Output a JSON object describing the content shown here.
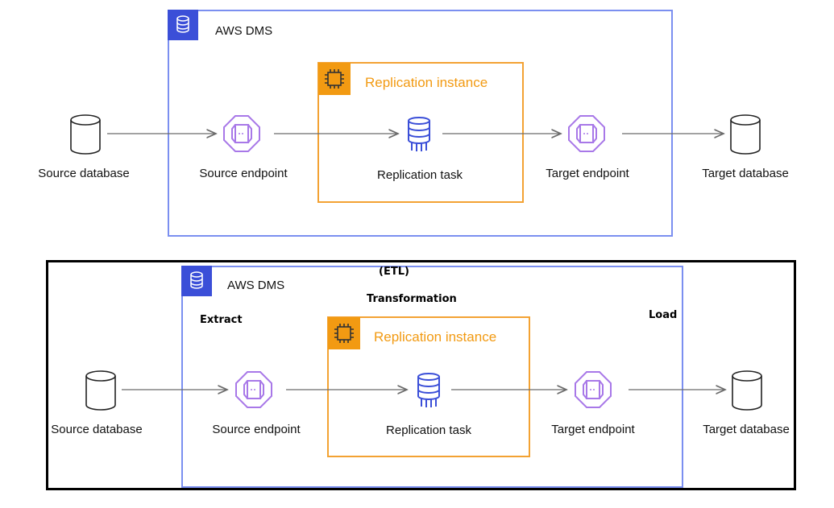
{
  "diagrams": [
    {
      "service_label": "AWS DMS",
      "instance_label": "Replication instance",
      "nodes": {
        "source_db": "Source database",
        "source_endpoint": "Source endpoint",
        "task": "Replication task",
        "target_endpoint": "Target endpoint",
        "target_db": "Target database"
      }
    },
    {
      "service_label": "AWS DMS",
      "instance_label": "Replication instance",
      "nodes": {
        "source_db": "Source database",
        "source_endpoint": "Source endpoint",
        "task": "Replication task",
        "target_endpoint": "Target endpoint",
        "target_db": "Target database"
      },
      "annotations": {
        "etl": "(ETL)",
        "transformation": "Transformation",
        "extract": "Extract",
        "load": "Load"
      }
    }
  ],
  "colors": {
    "dms_border": "#7b8ff0",
    "dms_badge": "#3b4fd8",
    "instance_border": "#f3a233",
    "instance_badge": "#f29a12",
    "endpoint_icon": "#a878e8",
    "task_icon": "#3b4fd8",
    "arrow": "#6b6b6b"
  }
}
